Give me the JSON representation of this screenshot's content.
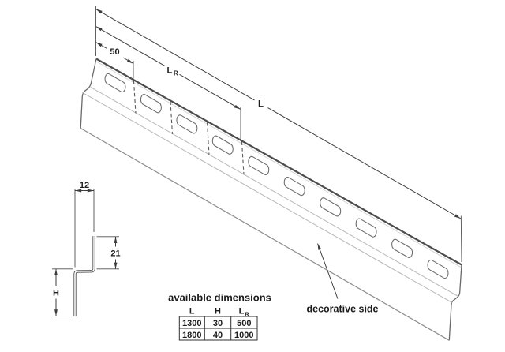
{
  "iso_view": {
    "dim_slot_pitch": "50",
    "dim_lr_main": "L",
    "dim_lr_sub": "R",
    "dim_length": "L",
    "decorative_label": "decorative side"
  },
  "section_view": {
    "dim_depth": "12",
    "dim_flange_height": "21",
    "dim_web_height": "H"
  },
  "table": {
    "title": "available dimensions",
    "col_l": "L",
    "col_h": "H",
    "col_lr_main": "L",
    "col_lr_sub": "R",
    "rows": [
      [
        "1300",
        "30",
        "500"
      ],
      [
        "1800",
        "40",
        "1000"
      ]
    ]
  },
  "colors": {
    "background": "#ffffff",
    "line_dark": "#3c3c3c",
    "line_medium": "#6a6a6a",
    "line_light": "#b8b8b8",
    "text": "#1c1c1c"
  }
}
